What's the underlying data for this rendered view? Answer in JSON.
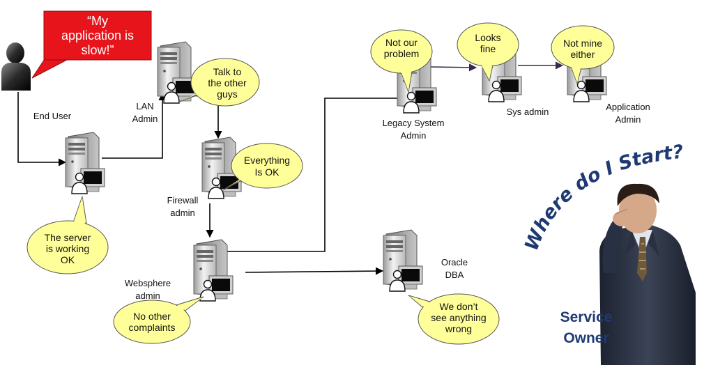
{
  "colors": {
    "bubble": "#ffff99",
    "quote_box": "#e8141b",
    "title_text": "#1f3a73",
    "connector": "#000000"
  },
  "end_user": {
    "label": "End User",
    "quote_lines": [
      "“My",
      "application is",
      "slow!”"
    ]
  },
  "nodes": {
    "lan": {
      "label_lines": [
        "LAN",
        "Admin"
      ],
      "bubble_lines": [
        "Talk to",
        "the other",
        "guys"
      ]
    },
    "server": {
      "bubble_lines": [
        "The server",
        "is working",
        "OK"
      ]
    },
    "firewall": {
      "label_lines": [
        "Firewall",
        "admin"
      ],
      "bubble_lines": [
        "Everything",
        "Is  OK"
      ]
    },
    "websphere": {
      "label_lines": [
        "Websphere",
        "admin"
      ],
      "bubble_lines": [
        "No other",
        "complaints"
      ]
    },
    "legacy": {
      "label_lines": [
        "Legacy System",
        "Admin"
      ],
      "bubble_lines": [
        "Not our",
        "problem"
      ]
    },
    "sysadmin": {
      "label_lines": [
        "Sys admin"
      ],
      "bubble_lines": [
        "Looks",
        "fine"
      ]
    },
    "appadmin": {
      "label_lines": [
        "Application",
        "Admin"
      ],
      "bubble_lines": [
        "Not mine",
        "either"
      ]
    },
    "oracle": {
      "label_lines": [
        "Oracle",
        "DBA"
      ],
      "bubble_lines": [
        "We don’t",
        "see anything",
        "wrong"
      ]
    }
  },
  "headline": "Where do I Start?",
  "owner_lines": [
    "Service",
    "Owner"
  ],
  "icons": [
    "server-workstation-icon",
    "end-user-silhouette-icon",
    "businessman-icon"
  ]
}
